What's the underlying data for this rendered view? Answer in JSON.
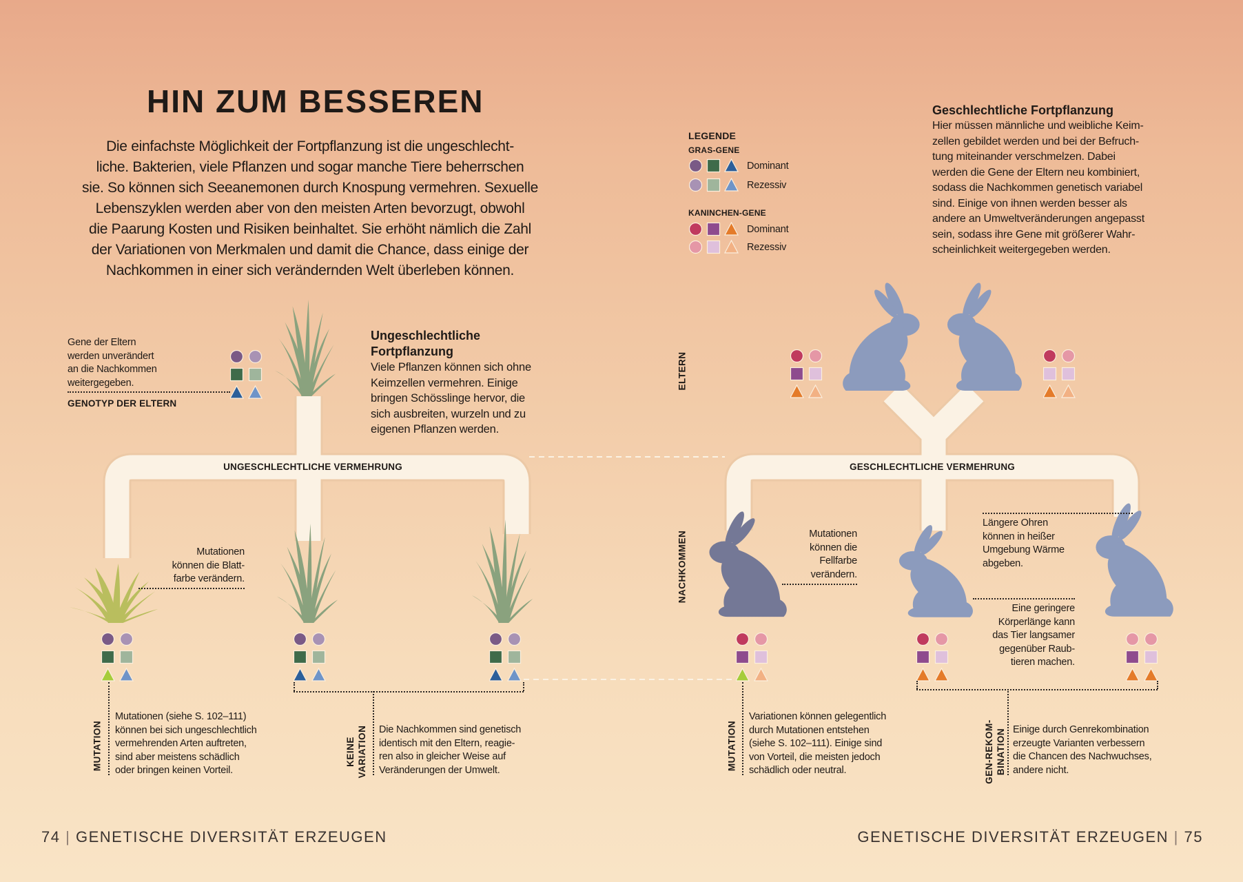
{
  "title": "HIN ZUM BESSEREN",
  "intro": "Die einfachste Möglichkeit der Fortpflanzung ist die ungeschlecht-\nliche. Bakterien, viele Pflanzen und sogar manche Tiere beherrschen\nsie. So können sich Seeanemonen durch Knospung vermehren. Sexuelle\nLebenszyklen werden aber von den meisten Arten bevorzugt, obwohl\ndie Paarung Kosten und Risiken beinhaltet. Sie erhöht nämlich die Zahl\nder Variationen von Merkmalen und damit die Chance, dass einige der\nNachkommen in einer sich verändernden Welt überleben können.",
  "legend": {
    "title": "LEGENDE",
    "grass_heading": "GRAS-GENE",
    "rabbit_heading": "KANINCHEN-GENE",
    "dominant": "Dominant",
    "recessive": "Rezessiv"
  },
  "sexual": {
    "heading": "Geschlechtliche Fortpflanzung",
    "body": "Hier müssen männliche und weibliche Keim-\nzellen gebildet werden und bei der Befruch-\ntung miteinander verschmelzen. Dabei\nwerden die Gene der Eltern neu kombiniert,\nsodass die Nachkommen genetisch variabel\nsind. Einige von ihnen werden besser als\nandere an Umweltveränderungen angepasst\nsein, sodass ihre Gene mit größerer Wahr-\nscheinlichkeit weitergegeben werden.",
    "branch_label": "GESCHLECHTLICHE VERMEHRUNG",
    "parents_label": "ELTERN",
    "offspring_label": "NACHKOMMEN",
    "note_fur": "Mutationen\nkönnen die\nFellfarbe\nverändern.",
    "note_ears": "Längere Ohren\nkönnen in heißer\nUmgebung Wärme\nabgeben.",
    "note_body": "Eine geringere\nKörperlänge kann\ndas Tier langsamer\ngegenüber Raub-\ntieren machen.",
    "mutation_label": "MUTATION",
    "mutation_text": "Variationen können gelegentlich\ndurch Mutationen entstehen\n(siehe S. 102–111). Einige sind\nvon Vorteil, die meisten jedoch\nschädlich oder neutral.",
    "recomb_label": "GEN-REKOM-\nBINATION",
    "recomb_text": "Einige durch Genrekombination\nerzeugte Varianten verbessern\ndie Chancen des Nachwuchses,\nandere nicht."
  },
  "asexual": {
    "heading": "Ungeschlechtliche\nFortpflanzung",
    "body": "Viele Pflanzen können sich ohne\nKeimzellen vermehren. Einige\nbringen Schösslinge hervor, die\nsich ausbreiten, wurzeln und zu\neigenen Pflanzen werden.",
    "parent_note": "Gene der Eltern\nwerden unverändert\nan die Nachkommen\nweitergegeben.",
    "genotype_label": "GENOTYP DER ELTERN",
    "branch_label": "UNGESCHLECHTLICHE VERMEHRUNG",
    "note_leaf": "Mutationen\nkönnen die Blatt-\nfarbe verändern.",
    "mutation_label": "MUTATION",
    "mutation_text": "Mutationen (siehe S. 102–111)\nkönnen bei sich ungeschlechtlich\nvermehrenden Arten auftreten,\nsind aber meistens schädlich\noder bringen keinen Vorteil.",
    "novar_label": "KEINE\nVARIATION",
    "novar_text": "Die Nachkommen sind genetisch\nidentisch mit den Eltern, reagie-\nren also in gleicher Weise auf\nVeränderungen der Umwelt."
  },
  "footer": {
    "left_page": "74",
    "left_title": "GENETISCHE DIVERSITÄT ERZEUGEN",
    "right_title": "GENETISCHE DIVERSITÄT ERZEUGEN",
    "right_page": "75",
    "separator": "|"
  },
  "colors": {
    "grass": {
      "circle": [
        "#7a5a86",
        "#a892b4"
      ],
      "square": [
        "#3f6b4a",
        "#9fb59c"
      ],
      "triangle": [
        "#2c5f9a",
        "#6f94c8"
      ],
      "mutation": "#a6cc3a"
    },
    "rabbit": {
      "circle": [
        "#c03a5e",
        "#e597a6"
      ],
      "square": [
        "#8e4b8e",
        "#dfc0dc"
      ],
      "triangle": [
        "#e47b2a",
        "#f2b184"
      ],
      "mutation": "#a6cc3a"
    },
    "grass_plant": "#8aa27e",
    "grass_mutant": "#b9be5e",
    "rabbit_body": "#8c9bbd",
    "rabbit_mutant": "#747896",
    "branch": "#fbf2e4"
  },
  "genotypes": {
    "grass_parent": {
      "set": "grass",
      "circle": [
        "d",
        "r"
      ],
      "square": [
        "d",
        "r"
      ],
      "triangle": [
        "d",
        "r"
      ]
    },
    "grass_child_1": {
      "set": "grass",
      "circle": [
        "d",
        "r"
      ],
      "square": [
        "d",
        "r"
      ],
      "triangle": [
        "m",
        "r"
      ]
    },
    "grass_child_2": {
      "set": "grass",
      "circle": [
        "d",
        "r"
      ],
      "square": [
        "d",
        "r"
      ],
      "triangle": [
        "d",
        "r"
      ]
    },
    "grass_child_3": {
      "set": "grass",
      "circle": [
        "d",
        "r"
      ],
      "square": [
        "d",
        "r"
      ],
      "triangle": [
        "d",
        "r"
      ]
    },
    "rabbit_parent_1": {
      "set": "rabbit",
      "circle": [
        "d",
        "r"
      ],
      "square": [
        "d",
        "r"
      ],
      "triangle": [
        "d",
        "r"
      ]
    },
    "rabbit_parent_2": {
      "set": "rabbit",
      "circle": [
        "d",
        "r"
      ],
      "square": [
        "r",
        "r"
      ],
      "triangle": [
        "d",
        "r"
      ]
    },
    "rabbit_child_1": {
      "set": "rabbit",
      "circle": [
        "d",
        "r"
      ],
      "square": [
        "d",
        "r"
      ],
      "triangle": [
        "m",
        "r"
      ]
    },
    "rabbit_child_2": {
      "set": "rabbit",
      "circle": [
        "d",
        "r"
      ],
      "square": [
        "d",
        "r"
      ],
      "triangle": [
        "d",
        "d"
      ]
    },
    "rabbit_child_3": {
      "set": "rabbit",
      "circle": [
        "r",
        "r"
      ],
      "square": [
        "d",
        "r"
      ],
      "triangle": [
        "d",
        "d"
      ]
    }
  }
}
